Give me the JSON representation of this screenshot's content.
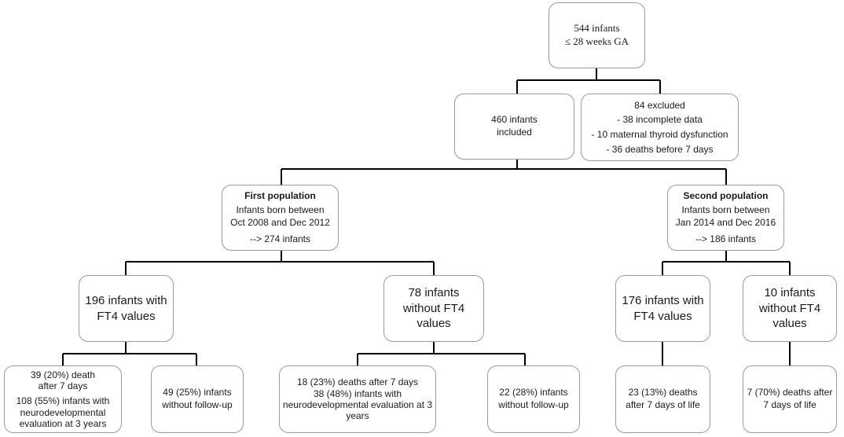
{
  "root": {
    "line1": "544 infants",
    "line2": "≤ 28 weeks GA"
  },
  "included": {
    "line1": "460 infants",
    "line2": "included"
  },
  "excluded": {
    "line1": "84 excluded",
    "line2": "- 38 incomplete data",
    "line3": "- 10 maternal thyroid dysfunction",
    "line4": "- 36 deaths before 7 days"
  },
  "first_population": {
    "title": "First population",
    "line1": "Infants born between",
    "line2": "Oct 2008 and Dec 2012",
    "line3": "--> 274 infants"
  },
  "second_population": {
    "title": "Second population",
    "line1": "Infants born between",
    "line2": "Jan 2014 and Dec 2016",
    "line3": "--> 186 infants"
  },
  "fp_with_ft4": {
    "line1": "196 infants with",
    "line2": "FT4 values"
  },
  "fp_without_ft4": {
    "line1": "78 infants",
    "line2": "without FT4",
    "line3": "values"
  },
  "sp_with_ft4": {
    "line1": "176 infants with",
    "line2": "FT4 values"
  },
  "sp_without_ft4": {
    "line1": "10 infants",
    "line2": "without FT4",
    "line3": "values"
  },
  "fp_with_outcome": {
    "line1": "39 (20%) death",
    "line2": "after 7 days",
    "line3": "108 (55%) infants with",
    "line4": "neurodevelopmental",
    "line5": "evaluation at 3 years"
  },
  "fp_with_no_followup": {
    "line1": "49 (25%) infants",
    "line2": "without follow-up"
  },
  "fp_without_outcome": {
    "line1": "18 (23%) deaths after 7 days",
    "line2": "38 (48%)  infants with",
    "line3": "neurodevelopmental evaluation at 3",
    "line4": "years"
  },
  "fp_without_no_followup": {
    "line1": "22 (28%) infants",
    "line2": "without follow-up"
  },
  "sp_with_deaths": {
    "line1": "23 (13%) deaths",
    "line2": "after 7 days of life"
  },
  "sp_without_deaths": {
    "line1": "7 (70%) deaths after",
    "line2": "7 days of life"
  }
}
